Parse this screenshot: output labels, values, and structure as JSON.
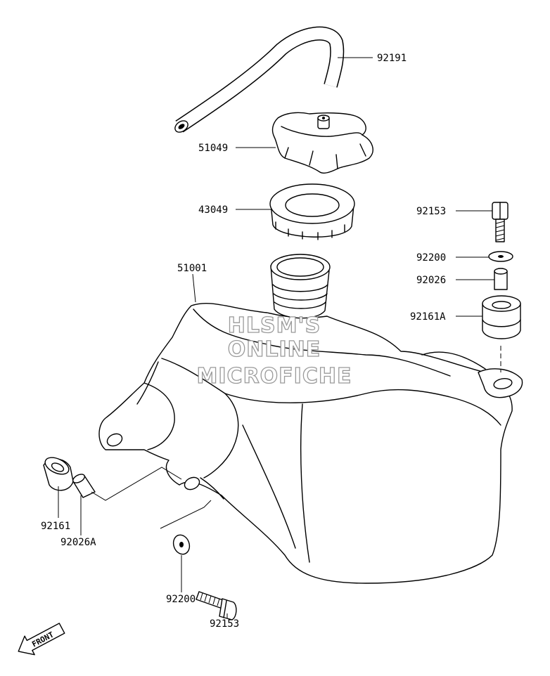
{
  "callouts": {
    "hose": "92191",
    "cap": "51049",
    "gasket": "43049",
    "tank": "51001",
    "bolt_right": "92153",
    "washer_right": "92200",
    "collar_right": "92026",
    "damper_right": "92161A",
    "damper_left": "92161",
    "collar_left": "92026A",
    "washer_bottom": "92200",
    "bolt_bottom": "92153"
  },
  "watermark": {
    "line1": "HLSM'S",
    "line2": "ONLINE",
    "line3": "MICROFICHE"
  },
  "front_marker": "FRONT"
}
